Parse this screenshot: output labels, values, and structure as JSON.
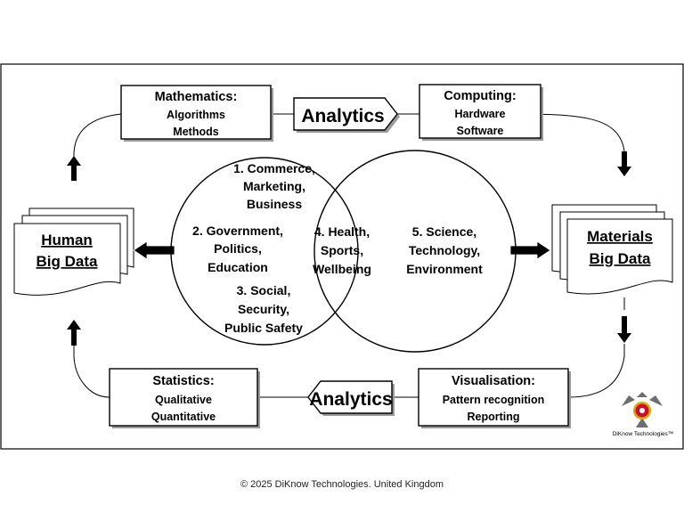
{
  "boxes": {
    "mathematics": {
      "title": "Mathematics:",
      "lines": [
        "Algorithms",
        "Methods"
      ]
    },
    "computing": {
      "title": "Computing:",
      "lines": [
        "Hardware",
        "Software"
      ]
    },
    "statistics": {
      "title": "Statistics:",
      "lines": [
        "Qualitative",
        "Quantitative"
      ]
    },
    "visualisation": {
      "title": "Visualisation:",
      "lines": [
        "Pattern recognition",
        "Reporting"
      ]
    }
  },
  "analytics": {
    "top": "Analytics",
    "bottom": "Analytics"
  },
  "docs": {
    "human": [
      "Human",
      "Big Data"
    ],
    "materials": [
      "Materials",
      "Big Data"
    ]
  },
  "venn": {
    "commerce": [
      "1. Commerce,",
      "Marketing,",
      "Business"
    ],
    "government": [
      "2. Government,",
      "Politics,",
      "Education"
    ],
    "social": [
      "3. Social,",
      "Security,",
      "Public Safety"
    ],
    "health": [
      "4. Health,",
      "Sports,",
      "Wellbeing"
    ],
    "science": [
      "5. Science,",
      "Technology,",
      "Environment"
    ]
  },
  "logo": {
    "text": "DiKnow Technologies™",
    "colors": {
      "red": "#c8102e",
      "gold": "#e0a600",
      "grey": "#6d6e71"
    }
  },
  "copyright": "© 2025 DiKnow Technologies. United Kingdom"
}
